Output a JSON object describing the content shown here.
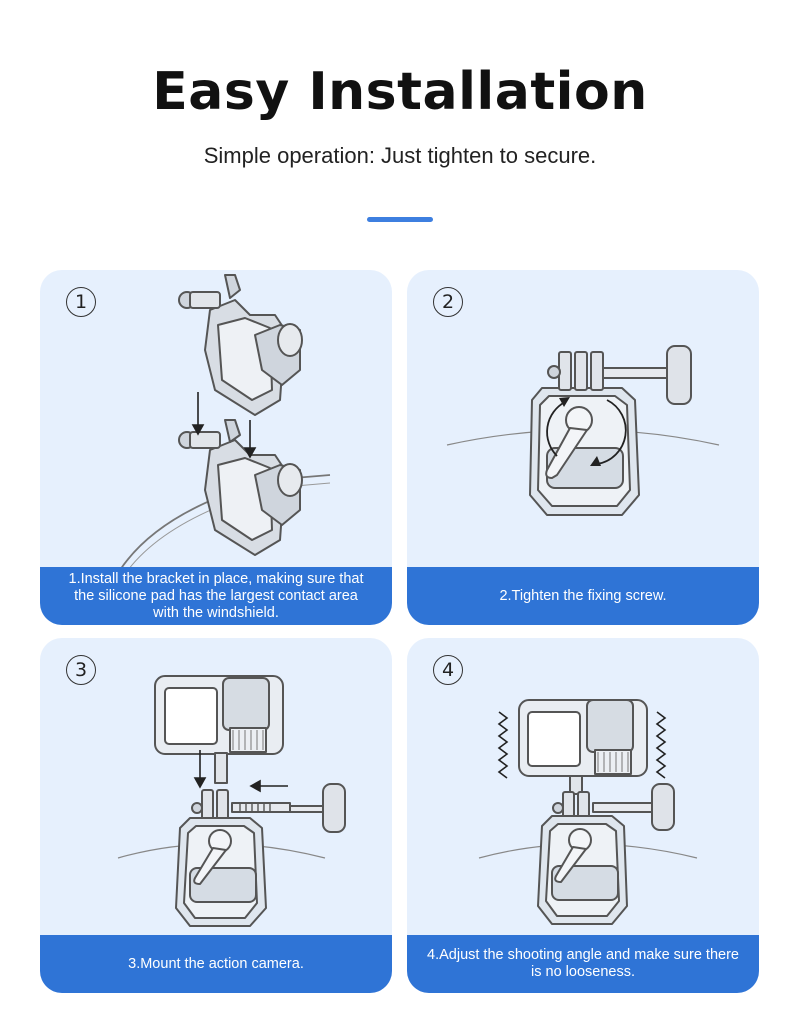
{
  "header": {
    "title": "Easy Installation",
    "subtitle": "Simple operation: Just tighten to secure."
  },
  "steps": [
    {
      "number": "1",
      "caption": "1.Install the bracket in place, making sure that the silicone pad has the largest contact area with the windshield."
    },
    {
      "number": "2",
      "caption": "2.Tighten the fixing screw."
    },
    {
      "number": "3",
      "caption": "3.Mount the action camera."
    },
    {
      "number": "4",
      "caption": "4.Adjust the shooting angle and make sure there is no looseness."
    }
  ],
  "colors": {
    "accent": "#2f74d6",
    "card_background": "#e6f0fd",
    "divider": "#3d7fe0"
  }
}
